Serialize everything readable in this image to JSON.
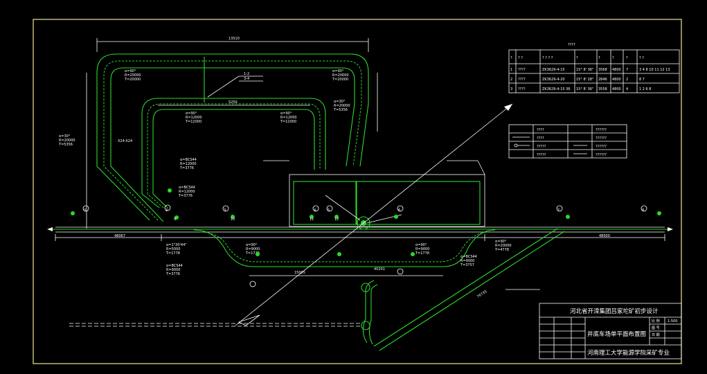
{
  "colors": {
    "background": "#000000",
    "frame": "#f0e68c",
    "line": "#ffffff",
    "track": "#2bd92b"
  },
  "dimensions": {
    "top_loop": "13510",
    "inner_loop": "5250",
    "bottom_left": "48067",
    "bottom_right": "48000",
    "lower_span": "15005",
    "right_bottom": "40201",
    "diagonal": "76735"
  },
  "callouts": {
    "left_box": "X24-X24",
    "tag_top": "1-2",
    "tag_mid": "3-4"
  },
  "points": [
    "0",
    "2",
    "3",
    "4",
    "5",
    "6",
    "7",
    "8",
    "9",
    "10",
    "11",
    "12"
  ],
  "table_top": {
    "title": "????",
    "headers": [
      "?",
      "? ?",
      "? ? ? ?",
      "?",
      "?",
      "?",
      "?",
      "? ?"
    ],
    "rows": [
      [
        "1",
        "????",
        "ZK3629-4-15",
        "15° 8' 36\"",
        "3568",
        "4800",
        "7",
        "3 4 8 10 11 12 13"
      ],
      [
        "2",
        "????",
        "ZK3629-4-20",
        "15° 8' 28\"",
        "2846",
        "4800",
        "2",
        "8  7"
      ],
      [
        "3",
        "????",
        "ZK3629-4-15 36",
        "15° 8' 36\"",
        "3558",
        "4800",
        "4",
        "1  2  6  8"
      ]
    ]
  },
  "legend": {
    "rows": [
      [
        "????",
        "??????"
      ],
      [
        "????",
        "??????"
      ],
      [
        "?????",
        "??????"
      ],
      [
        "?????",
        "??????"
      ]
    ]
  },
  "title_block": {
    "main_title": "河北省开滦集团吕家坨矿初步设计",
    "drawing_name": "井底车场单平面布置图",
    "institution": "河南理工大学能源学院采矿专业",
    "scale_label": "比 例",
    "scale_value": "1:500",
    "sheet_label": "图 号",
    "date_label": "日 期"
  }
}
